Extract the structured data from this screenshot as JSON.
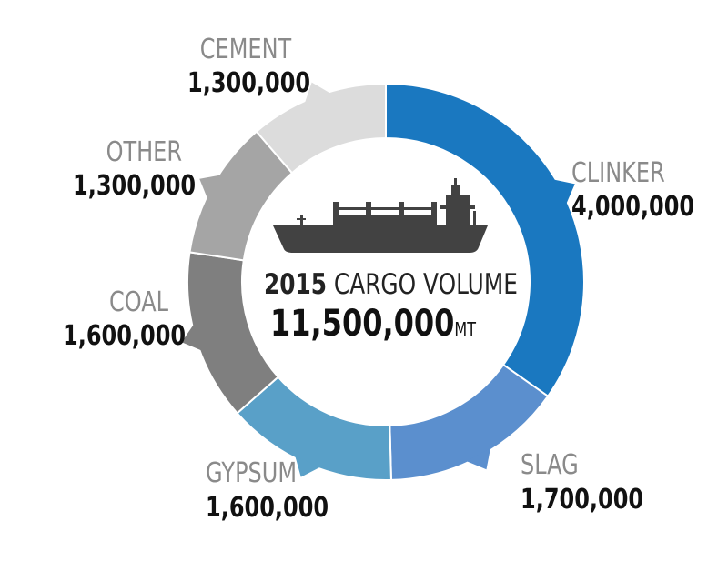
{
  "chart_data": {
    "type": "pie",
    "title_year": "2015",
    "title_text": "CARGO VOLUME",
    "total_value": "11,500,000",
    "total_unit": "MT",
    "slices": [
      {
        "label": "CLINKER",
        "value": 4000000,
        "value_label": "4,000,000",
        "color": "#1a78c0"
      },
      {
        "label": "SLAG",
        "value": 1700000,
        "value_label": "1,700,000",
        "color": "#5b8fce"
      },
      {
        "label": "GYPSUM",
        "value": 1600000,
        "value_label": "1,600,000",
        "color": "#59a0c8"
      },
      {
        "label": "COAL",
        "value": 1600000,
        "value_label": "1,600,000",
        "color": "#7f7f7f"
      },
      {
        "label": "OTHER",
        "value": 1300000,
        "value_label": "1,300,000",
        "color": "#a5a5a5"
      },
      {
        "label": "CEMENT",
        "value": 1300000,
        "value_label": "1,300,000",
        "color": "#dcdcdc"
      }
    ]
  },
  "icons": {
    "center": "cargo-ship-icon"
  }
}
